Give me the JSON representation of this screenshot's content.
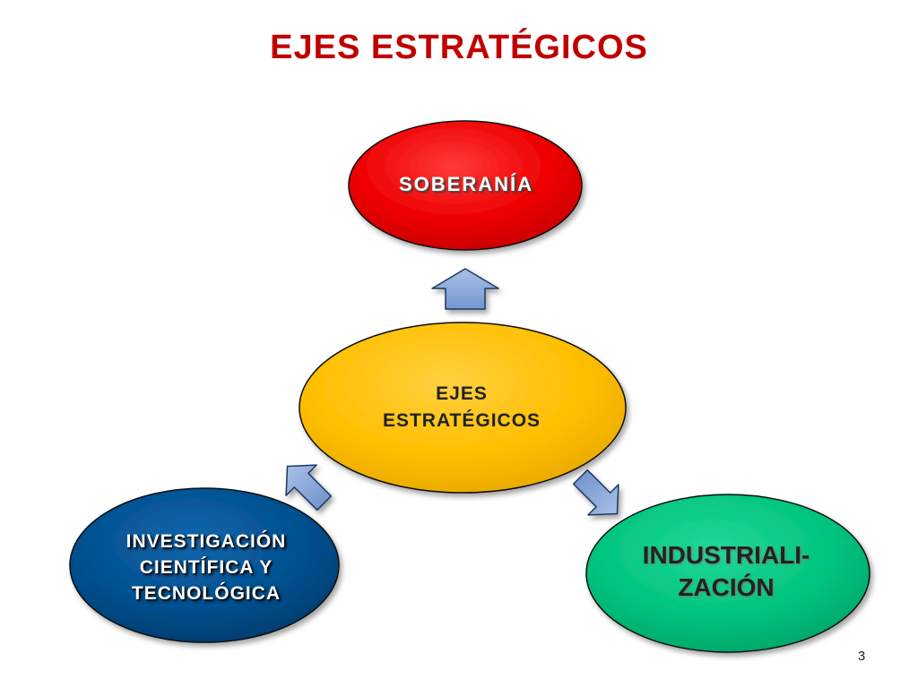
{
  "slide": {
    "title": "EJES ESTRATÉGICOS",
    "page_number": "3"
  },
  "nodes": {
    "center": {
      "line1": "EJES",
      "line2": "ESTRATÉGICOS",
      "color": "#ffc000"
    },
    "top": {
      "label": "SOBERANÍA",
      "color": "#ff0000"
    },
    "bottom_left": {
      "line1": "INVESTIGACIÓN",
      "line2": "CIENTÍFICA Y",
      "line3": "TECNOLÓGICA",
      "color": "#004f8f"
    },
    "bottom_right": {
      "line1": "INDUSTRIALI-",
      "line2": "ZACIÓN",
      "color": "#00c47d"
    }
  },
  "arrows": {
    "color": "#8eaadb",
    "icons": [
      "arrow-up-icon",
      "arrow-down-right-icon",
      "arrow-up-left-icon"
    ]
  },
  "colors": {
    "title": "#c00000"
  }
}
